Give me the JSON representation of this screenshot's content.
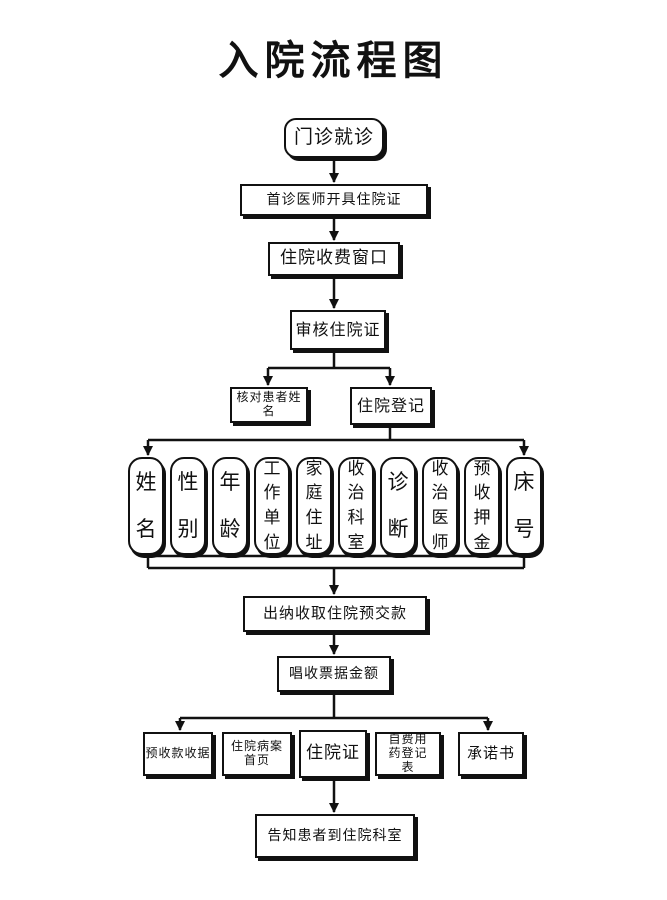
{
  "title": "入院流程图",
  "nodes": {
    "outpatient": "门诊就诊",
    "first_doctor": "首诊医师开具住院证",
    "billing_window": "住院收费窗口",
    "review_card": "审核住院证",
    "verify_name": "核对患者姓名",
    "registration": "住院登记",
    "cashier": "出纳收取住院预交款",
    "receipt": "唱收票据金额",
    "notify": "告知患者到住院科室"
  },
  "fields": [
    {
      "chars": [
        "姓",
        "名"
      ]
    },
    {
      "chars": [
        "性",
        "别"
      ]
    },
    {
      "chars": [
        "年",
        "龄"
      ]
    },
    {
      "chars": [
        "工",
        "作",
        "单",
        "位"
      ]
    },
    {
      "chars": [
        "家",
        "庭",
        "住",
        "址"
      ]
    },
    {
      "chars": [
        "收",
        "治",
        "科",
        "室"
      ]
    },
    {
      "chars": [
        "诊",
        "断"
      ]
    },
    {
      "chars": [
        "收",
        "治",
        "医",
        "师"
      ]
    },
    {
      "chars": [
        "预",
        "收",
        "押",
        "金"
      ]
    },
    {
      "chars": [
        "床",
        "号"
      ]
    }
  ],
  "outputs": {
    "deposit_receipt": "预收款收据",
    "record_front": "住院病案首页",
    "admission_card": "住院证",
    "self_pay_form": "自费用药登记表",
    "commitment": "承诺书"
  }
}
